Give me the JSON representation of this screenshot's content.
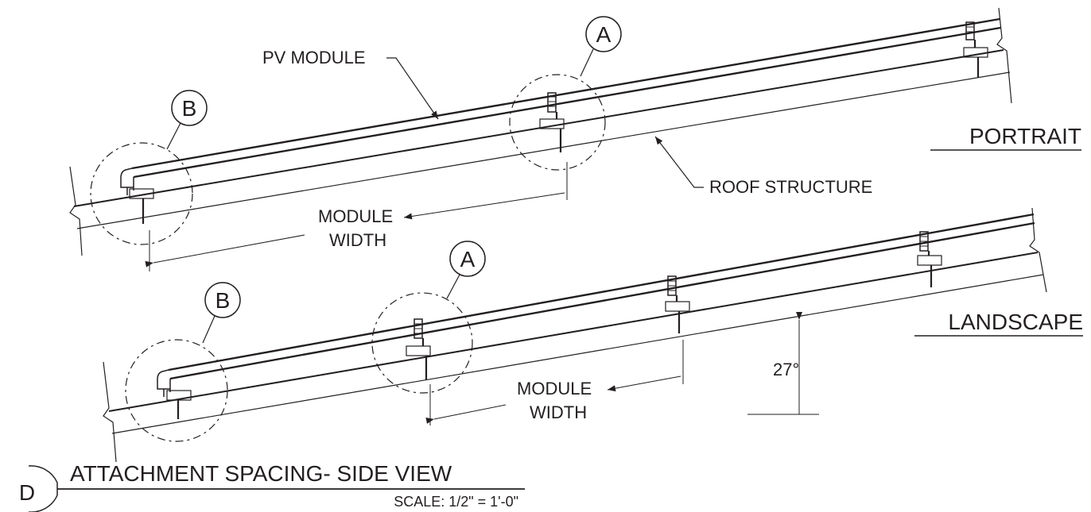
{
  "labels": {
    "pv_module": "PV MODULE",
    "roof_structure": "ROOF STRUCTURE",
    "portrait": "PORTRAIT",
    "landscape": "LANDSCAPE",
    "module_word": "MODULE",
    "width_word": "WIDTH",
    "angle": "27°",
    "callout_a": "A",
    "callout_b": "B",
    "detail_id": "D",
    "title": "ATTACHMENT SPACING- SIDE VIEW",
    "scale": "SCALE: 1/2\" = 1'-0\""
  },
  "colors": {
    "ink": "#231f20",
    "background": "#ffffff"
  }
}
